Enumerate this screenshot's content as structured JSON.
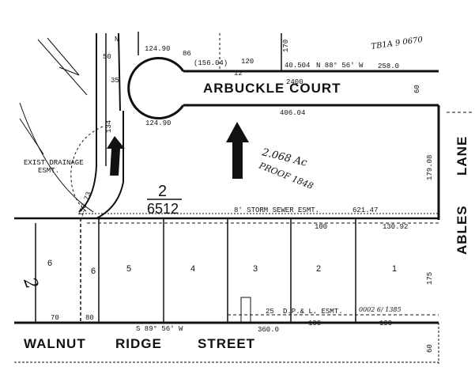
{
  "streets": {
    "court": "ARBUCKLE COURT",
    "walnut": "WALNUT",
    "ridge": "RIDGE",
    "street": "STREET",
    "ables": "ABLES",
    "lane": "LANE"
  },
  "block": {
    "number": "2",
    "plat": "6512"
  },
  "easements": {
    "drainage_line1": "EXIST DRAINAGE",
    "drainage_line2": "ESMT.",
    "storm_sewer": "8' STORM SEWER ESMT.",
    "dpl": "D.P.& L. ESMT."
  },
  "lots": [
    "6",
    "6",
    "5",
    "4",
    "3",
    "2",
    "1"
  ],
  "handwritten": {
    "acreage": "2.068 Ac",
    "proof": "PROOF 1848",
    "top_right": "TB1A 9 0670",
    "bottom_right": "0002 6/ 1385",
    "left_mark": "2"
  },
  "dimensions": {
    "d_50": "50",
    "d_35": "35",
    "d_124_90_top": "124.90",
    "d_124_90_bottom": "124.90",
    "d_15604": "(156.04)",
    "d_120": "120",
    "d_12": "12",
    "d_86": "86",
    "d_170": "170",
    "d_40504": "40.504",
    "bearing_top": "N 88° 56' W",
    "d_258": "258.0",
    "d_2400": "2400",
    "d_60_right_top": "60",
    "d_406_04": "406.04",
    "d_179_08": "179.08",
    "d_621_47": "621.47",
    "d_100": "100",
    "d_130_92": "130.92",
    "d_175": "175",
    "d_153_73": "153.73",
    "d_134": "134",
    "d_70": "70",
    "d_80": "80",
    "bearing_bottom": "S 89° 56' W",
    "d_360_0": "360.0",
    "d_100_bottom": "100",
    "d_130_bottom": "130",
    "d_25": "25",
    "d_60_bottom_right": "60",
    "d_m": "N"
  }
}
